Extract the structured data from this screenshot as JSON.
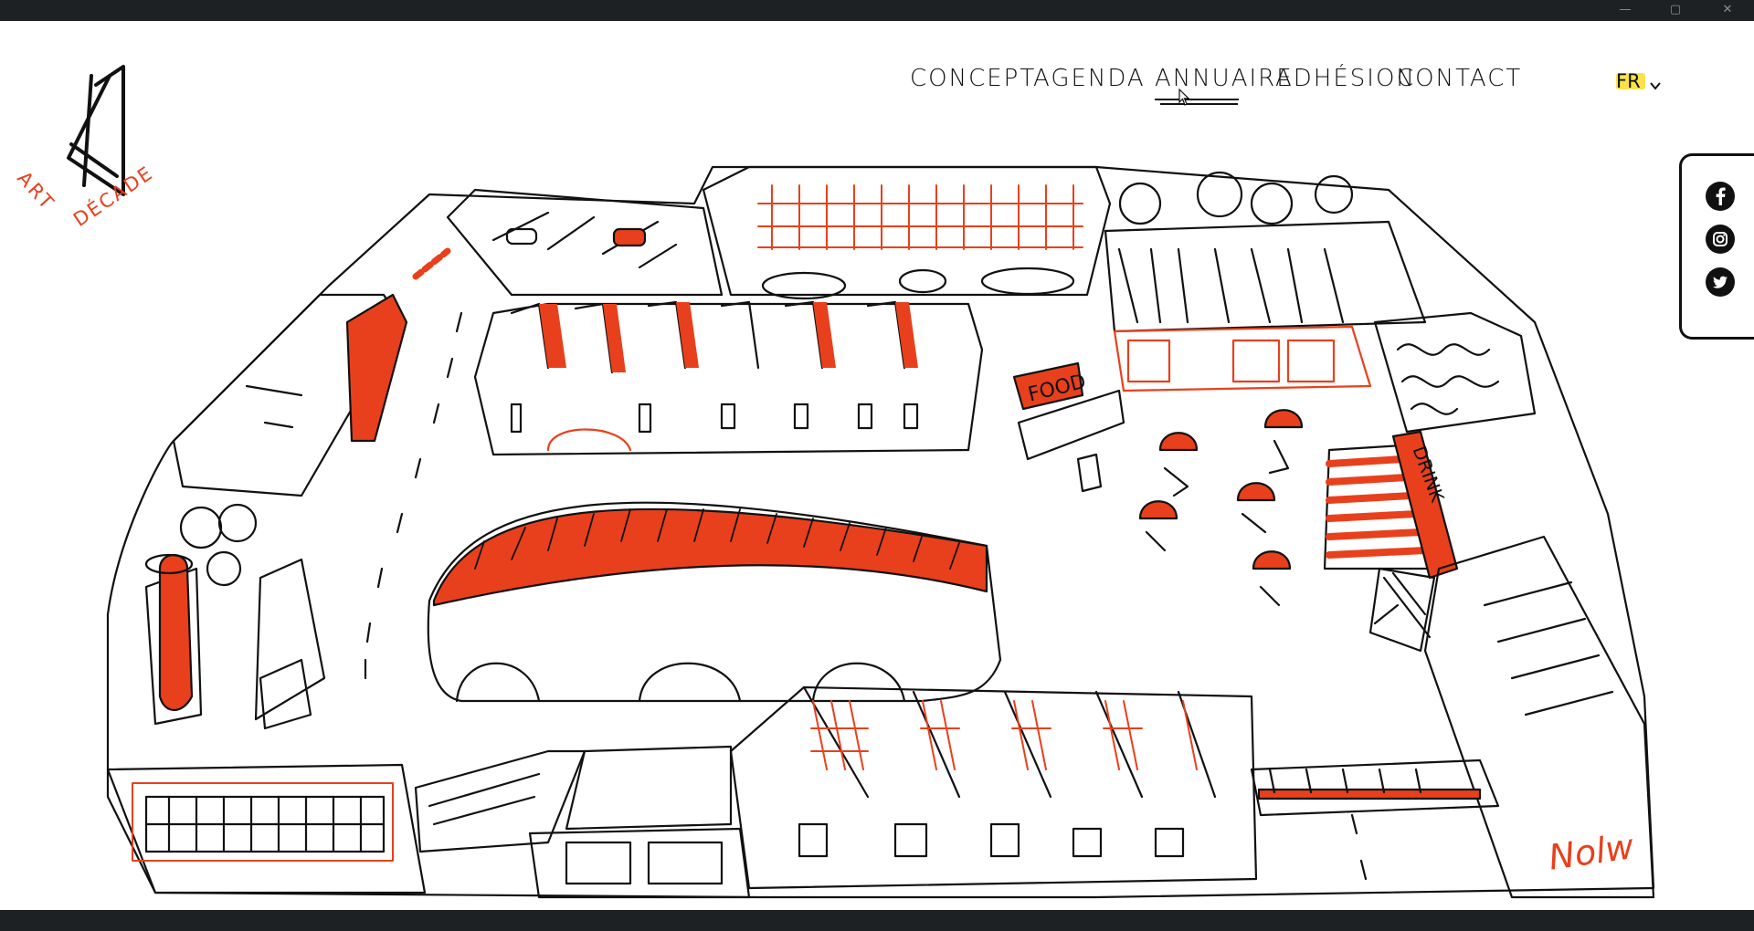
{
  "window": {
    "minimize": "—",
    "restore": "▢",
    "close": "✕"
  },
  "brand": {
    "logo_icon": "art-decade-logo",
    "art_text": "ART",
    "decade_text": "DÉCADE",
    "accent_color": "#e8401c"
  },
  "nav": {
    "items": [
      {
        "label": "CONCEPT"
      },
      {
        "label": "AGENDA"
      },
      {
        "label": "ANNUAIRE"
      },
      {
        "label": "ADHÉSION"
      },
      {
        "label": "CONTACT"
      }
    ],
    "active_index": 2
  },
  "language": {
    "selected": "FR",
    "icon": "chevron-down-icon"
  },
  "social": {
    "icons": [
      "facebook-icon",
      "instagram-icon",
      "twitter-icon"
    ]
  },
  "map": {
    "food_sign": "FOOD",
    "drink_sign": "DRINK",
    "signature": "Nolw"
  }
}
